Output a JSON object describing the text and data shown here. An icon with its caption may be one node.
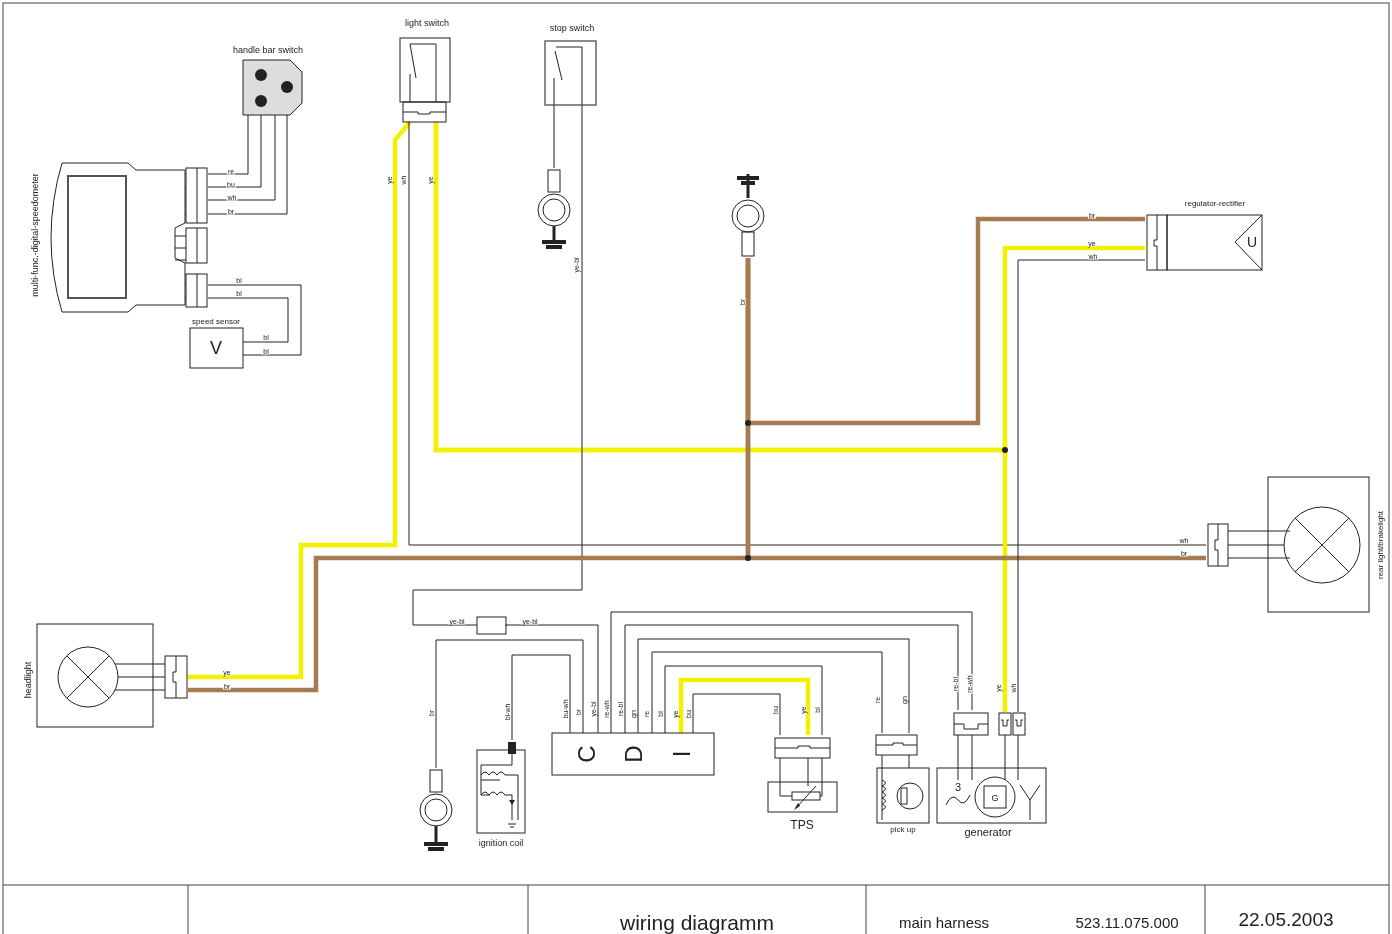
{
  "diagram": {
    "title": "wiring diagramm",
    "nodes": [
      {
        "text": [
          "handle bar switch"
        ]
      },
      {
        "text": [
          "multi-func.-digital-speedometer"
        ]
      },
      {
        "text": [
          "speed sensor",
          "V"
        ]
      },
      {
        "text": [
          "light switch"
        ]
      },
      {
        "text": [
          "stop switch"
        ]
      },
      {
        "text": [
          "regulator-rectifier",
          "U"
        ]
      },
      {
        "text": [
          "rear light/brakelight"
        ]
      },
      {
        "text": [
          "headlight"
        ]
      },
      {
        "text": [
          "C",
          "D",
          "I"
        ]
      },
      {
        "text": [
          "TPS"
        ]
      },
      {
        "text": [
          "pick up"
        ]
      },
      {
        "text": [
          "3",
          "G",
          "generator"
        ]
      },
      {
        "text": [
          "ignition coil"
        ]
      },
      {
        "text": [],
        "shape": "picture"
      },
      {
        "text": [],
        "shape": "picture"
      },
      {
        "text": [],
        "shape": "picture"
      },
      {
        "text": [],
        "shape": "box"
      }
    ],
    "edges": [
      {
        "from": 1,
        "to": 0,
        "arrow": "none",
        "label": "re"
      },
      {
        "from": 1,
        "to": 0,
        "arrow": "none",
        "label": "bu"
      },
      {
        "from": 1,
        "to": 0,
        "arrow": "none",
        "label": "wh"
      },
      {
        "from": 1,
        "to": 0,
        "arrow": "none",
        "label": "br"
      },
      {
        "from": 1,
        "to": 2,
        "arrow": "none",
        "label": "bl"
      },
      {
        "from": 1,
        "to": 2,
        "arrow": "none",
        "label": "bl"
      },
      {
        "from": 3,
        "to": 7,
        "arrow": "none",
        "label": "ye",
        "style": "thick",
        "color": "#f2f200"
      },
      {
        "from": 3,
        "to": 6,
        "arrow": "none",
        "label": "wh"
      },
      {
        "from": 3,
        "to": 5,
        "arrow": "none",
        "label": "ye",
        "style": "thick",
        "color": "#f2f200"
      },
      {
        "from": 3,
        "to": 11,
        "arrow": "none",
        "label": "ye",
        "style": "thick",
        "color": "#f2f200"
      },
      {
        "from": 4,
        "to": 13,
        "arrow": "none"
      },
      {
        "from": 4,
        "to": 16,
        "arrow": "none",
        "label": "ye-bl"
      },
      {
        "from": 16,
        "to": 8,
        "arrow": "none",
        "label": "ye-bl"
      },
      {
        "from": 14,
        "to": 5,
        "arrow": "none",
        "label": "br",
        "style": "thick",
        "color": "#a57c52"
      },
      {
        "from": 14,
        "to": 7,
        "arrow": "none",
        "label": "br",
        "style": "thick",
        "color": "#a57c52"
      },
      {
        "from": 14,
        "to": 6,
        "arrow": "none",
        "label": "br",
        "style": "thick",
        "color": "#a57c52"
      },
      {
        "from": 5,
        "to": 11,
        "arrow": "none",
        "label": "wh"
      },
      {
        "from": 8,
        "to": 12,
        "arrow": "none",
        "label": "bu-wh"
      },
      {
        "from": 8,
        "to": 15,
        "arrow": "none",
        "label": "br"
      },
      {
        "from": 8,
        "to": 11,
        "arrow": "none",
        "label": "re-wh"
      },
      {
        "from": 8,
        "to": 11,
        "arrow": "none",
        "label": "re-bl"
      },
      {
        "from": 8,
        "to": 10,
        "arrow": "none",
        "label": "gn"
      },
      {
        "from": 8,
        "to": 10,
        "arrow": "none",
        "label": "re"
      },
      {
        "from": 8,
        "to": 9,
        "arrow": "none",
        "label": "bl"
      },
      {
        "from": 8,
        "to": 9,
        "arrow": "none",
        "label": "ye",
        "style": "thick",
        "color": "#f2f200"
      },
      {
        "from": 8,
        "to": 9,
        "arrow": "none",
        "label": "bu"
      }
    ],
    "labels": [
      "ye",
      "br",
      "bl",
      "bl",
      "wh",
      "ye",
      "ye-bl",
      "br",
      "bl-wh",
      "ye-bl",
      "bu",
      "ye",
      "bl",
      "re",
      "gn",
      "re-bl",
      "re-wh",
      "wh",
      "main harness",
      "523.11.075.000",
      "22.05.2003"
    ]
  }
}
